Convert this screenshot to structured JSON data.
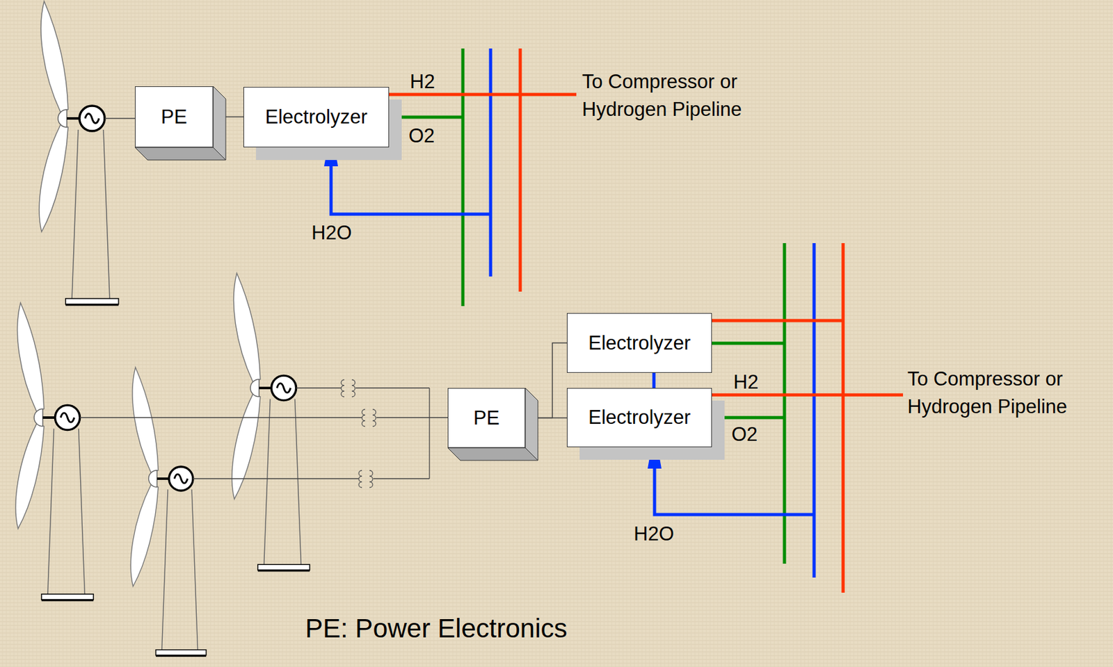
{
  "diagram": {
    "nodes": [
      {
        "text": [
          "PE"
        ]
      },
      {
        "text": [
          "Electrolyzer"
        ]
      },
      {
        "text": [
          "PE"
        ]
      },
      {
        "text": [
          "Electrolyzer"
        ]
      },
      {
        "text": [
          "Electrolyzer"
        ]
      }
    ],
    "edges": [
      {
        "from": 0,
        "to": 1,
        "arrow": "none"
      },
      {
        "from": 2,
        "to": 3,
        "arrow": "none"
      },
      {
        "from": 2,
        "to": 4,
        "arrow": "none"
      },
      {
        "from": 3,
        "to": 4,
        "arrow": "none"
      }
    ],
    "labels": [
      "H2",
      "O2",
      "To Compressor or Hydrogen Pipeline",
      "H2O",
      "H2",
      "O2",
      "To Compressor or Hydrogen Pipeline",
      "H2O",
      "PE: Power Electronics"
    ]
  }
}
